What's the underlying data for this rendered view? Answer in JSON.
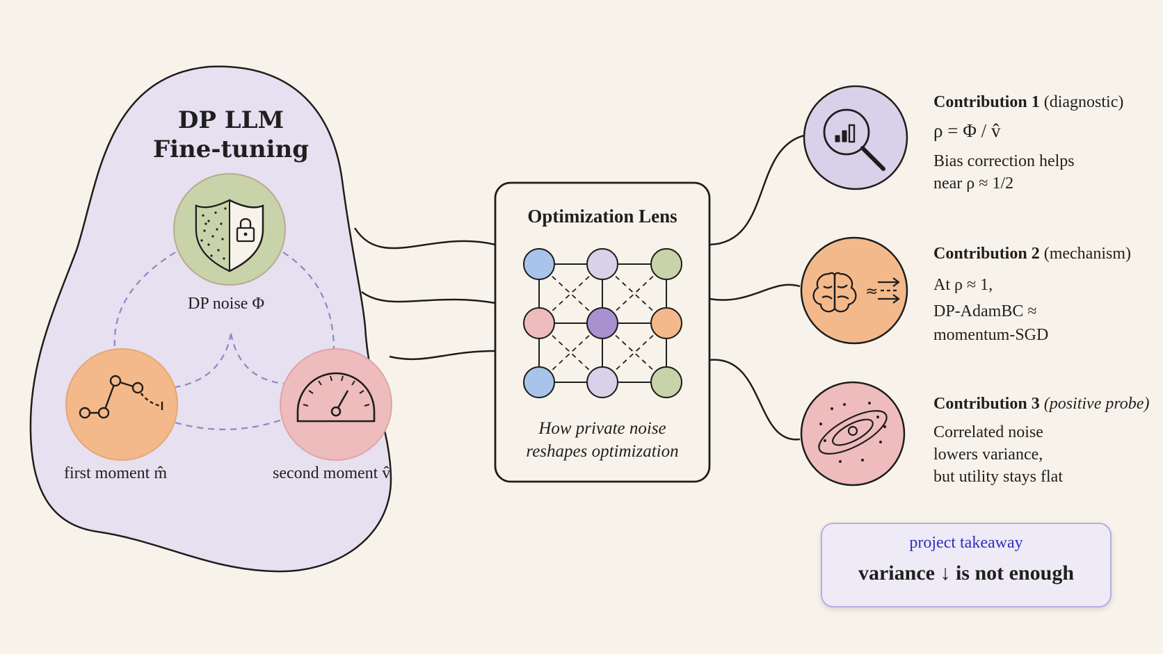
{
  "blob": {
    "title_line1": "DP LLM",
    "title_line2": "Fine-tuning",
    "noise_label": "DP noise Φ",
    "first_moment_label": "first moment m̂",
    "second_moment_label": "second moment v̂"
  },
  "lens": {
    "title": "Optimization Lens",
    "caption_line1": "How private noise",
    "caption_line2": "reshapes optimization"
  },
  "contributions": [
    {
      "title": "Contribution 1",
      "tag": "(diagnostic)",
      "lines": [
        "ρ = Φ / v̂",
        "Bias correction helps",
        "near ρ ≈ 1/2"
      ],
      "icon": "magnifier-bar-chart-icon"
    },
    {
      "title": "Contribution 2",
      "tag": "(mechanism)",
      "lines": [
        "At ρ ≈ 1,",
        "DP-AdamBC ≈",
        "momentum-SGD"
      ],
      "icon": "brain-approx-arrows-icon",
      "approx_symbol": "≈"
    },
    {
      "title": "Contribution 3",
      "tag": "(positive probe)",
      "lines": [
        "Correlated noise",
        "lowers variance,",
        "but utility stays flat"
      ],
      "icon": "ellipse-noise-icon"
    }
  ],
  "takeaway": {
    "label": "project takeaway",
    "text": "variance ↓ is not enough"
  },
  "colors": {
    "background": "#f8f3ea",
    "blob_fill": "#e6e0f0",
    "green": "#c9d3aa",
    "orange": "#f4b98a",
    "pink": "#eebcbd",
    "lavender": "#d9d0ea",
    "blue_node": "#a9c4ea",
    "purple_node": "#a990cf",
    "dashed": "#8f86c4",
    "takeaway_accent": "#2f2fbf"
  }
}
